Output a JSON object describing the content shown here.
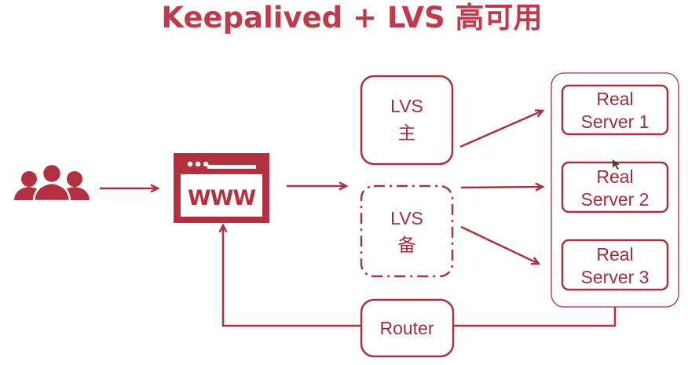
{
  "title": "Keepalived + LVS 高可用",
  "colors": {
    "accent": "#a8323f",
    "title": "#bf3a4c",
    "icon": "#b2303f"
  },
  "users": {
    "icon": "users-icon"
  },
  "web": {
    "icon": "browser-window-icon",
    "text": "WWW"
  },
  "lvs_master": {
    "line1": "LVS",
    "line2": "主"
  },
  "lvs_backup": {
    "line1": "LVS",
    "line2": "备"
  },
  "real_servers": [
    {
      "line1": "Real",
      "line2": "Server 1"
    },
    {
      "line1": "Real",
      "line2": "Server 2"
    },
    {
      "line1": "Real",
      "line2": "Server 3"
    }
  ],
  "router": {
    "label": "Router"
  }
}
